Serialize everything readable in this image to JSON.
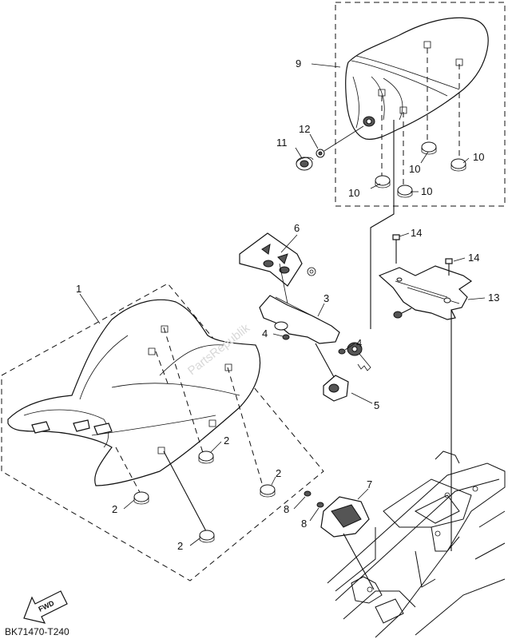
{
  "diagram": {
    "drawing_code": "BK71470-T240",
    "fwd_label": "FWD",
    "watermark": "PartsRepublik",
    "callouts": {
      "n1": "1",
      "n2": "2",
      "n3": "3",
      "n4": "4",
      "n5": "5",
      "n6": "6",
      "n7": "7",
      "n8": "8",
      "n9": "9",
      "n10": "10",
      "n11": "11",
      "n12": "12",
      "n13": "13",
      "n14": "14"
    }
  }
}
